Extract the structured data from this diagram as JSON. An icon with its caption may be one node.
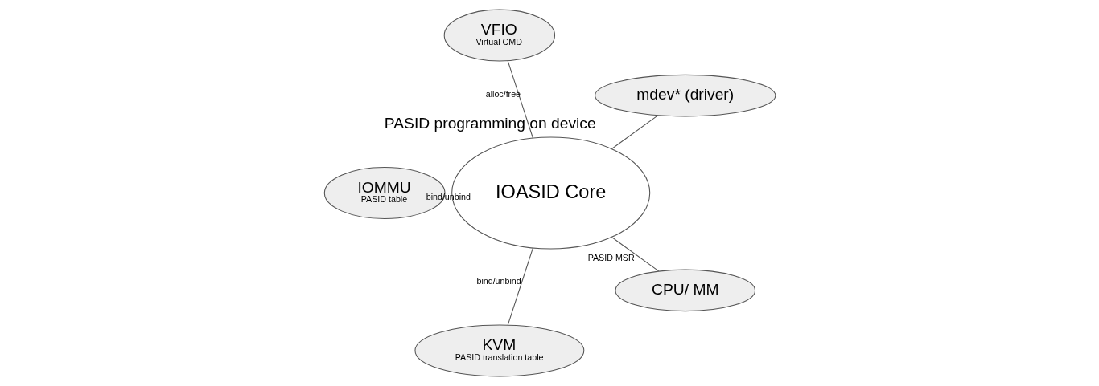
{
  "diagram": {
    "nodes": [
      {
        "text": [
          "IOASID Core"
        ]
      },
      {
        "text": [
          "VFIO",
          "Virtual CMD"
        ]
      },
      {
        "text": [
          "IOMMU",
          "PASID table"
        ]
      },
      {
        "text": [
          "KVM",
          "PASID translation table"
        ]
      },
      {
        "text": [
          "CPU/ MM"
        ]
      },
      {
        "text": [
          "mdev* (driver)"
        ],
        "beside": [
          "PASID programming on device"
        ]
      }
    ],
    "edges": [
      {
        "from": 1,
        "to": 0,
        "arrow": "none",
        "label": "alloc/free"
      },
      {
        "from": 2,
        "to": 0,
        "arrow": "none",
        "label": "bind/unbind"
      },
      {
        "from": 3,
        "to": 0,
        "arrow": "none",
        "label": "bind/unbind"
      },
      {
        "from": 4,
        "to": 0,
        "arrow": "none",
        "label": "PASID MSR"
      },
      {
        "from": 0,
        "to": 5,
        "arrow": "none"
      }
    ]
  }
}
